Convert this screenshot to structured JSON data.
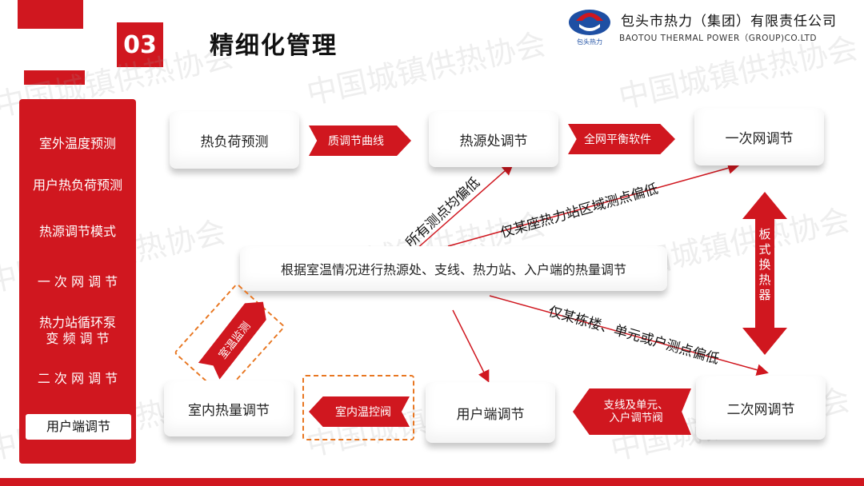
{
  "header": {
    "section_number": "03",
    "title": "精细化管理",
    "company_cn": "包头市热力（集团）有限责任公司",
    "company_en": "BAOTOU THERMAL POWER（GROUP)CO.LTD",
    "logo_text": "包头热力"
  },
  "watermark": "中国城镇供热协会",
  "sidebar": {
    "items": [
      {
        "label": "室外温度预测"
      },
      {
        "label": "用户热负荷预测"
      },
      {
        "label": "热源调节模式"
      },
      {
        "label": "一 次 网 调 节"
      },
      {
        "label": "热力站循环泵",
        "label2": "变  频  调  节"
      },
      {
        "label": "二 次 网 调 节"
      },
      {
        "label": "用户端调节",
        "active": true
      }
    ]
  },
  "flow": {
    "boxes": {
      "load_forecast": "热负荷预测",
      "heat_source": "热源处调节",
      "primary_network": "一次网调节",
      "center": "根据室温情况进行热源处、支线、热力站、入户端的热量调节",
      "indoor_heat": "室内热量调节",
      "user_end": "用户端调节",
      "secondary_network": "二次网调节"
    },
    "arrows": {
      "quality_curve": "质调节曲线",
      "balance_software": "全网平衡软件",
      "valve_control": "室内温控阀",
      "branch_valve_line1": "支线及单元、",
      "branch_valve_line2": "入户调节阀",
      "room_monitor": "室温监测",
      "plate_exchanger": "板式换热器"
    },
    "notes": {
      "all_low": "所有测点均偏低",
      "station_low": "仅某座热力站区域测点偏低",
      "building_low": "仅某栋楼、单元或户测点偏低"
    }
  },
  "colors": {
    "brand_red": "#d0171f",
    "dash_orange": "#e87722"
  }
}
